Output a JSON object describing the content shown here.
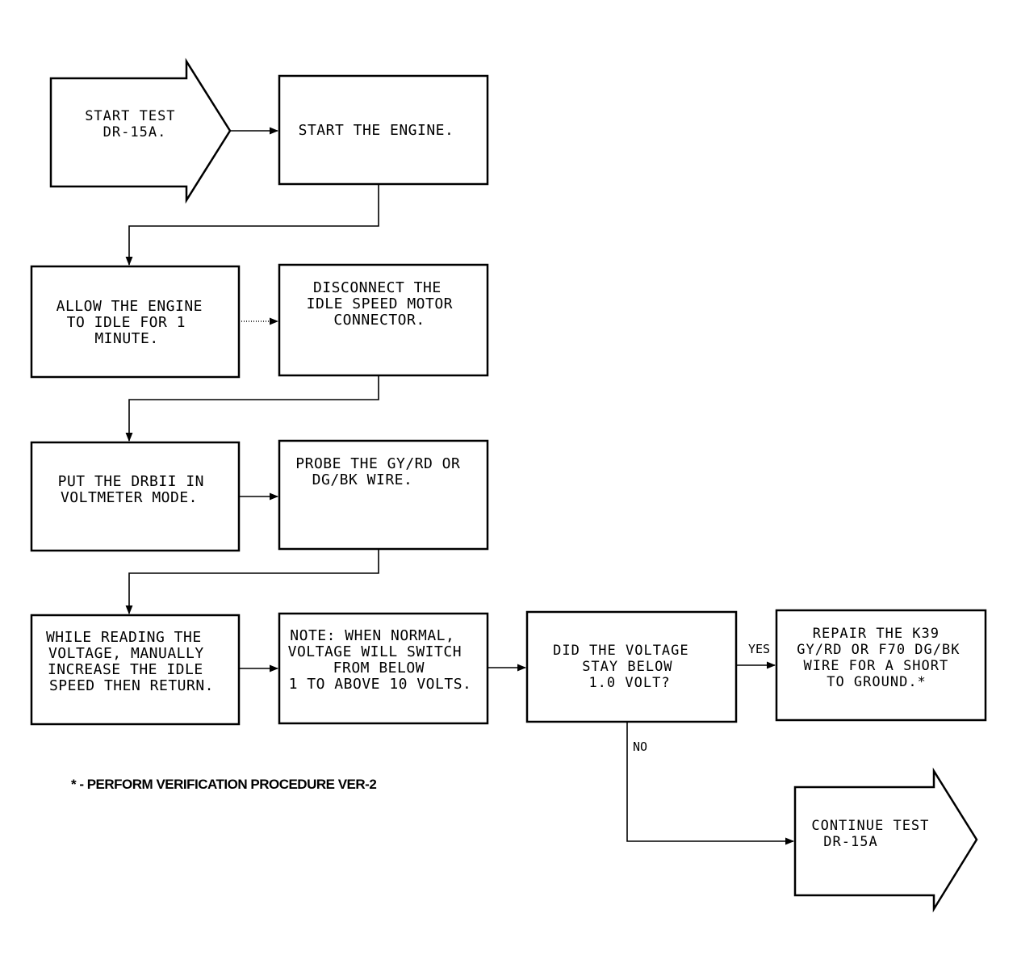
{
  "flowchart": {
    "start": [
      "START TEST",
      "DR-15A."
    ],
    "step_start_engine": [
      "START THE ENGINE."
    ],
    "step_allow_idle": [
      "ALLOW THE ENGINE",
      "TO IDLE FOR 1",
      "MINUTE."
    ],
    "step_disconnect": [
      "DISCONNECT THE",
      "IDLE SPEED MOTOR",
      "CONNECTOR."
    ],
    "step_voltmeter": [
      "PUT THE DRBII IN",
      "VOLTMETER MODE."
    ],
    "step_probe": [
      "PROBE THE GY/RD OR",
      "DG/BK WIRE."
    ],
    "step_increase_idle": [
      "WHILE READING THE",
      "VOLTAGE, MANUALLY",
      "INCREASE THE IDLE",
      "SPEED THEN RETURN."
    ],
    "step_note": [
      "NOTE: WHEN NORMAL,",
      "VOLTAGE WILL SWITCH",
      "FROM BELOW",
      "1 TO ABOVE 10 VOLTS."
    ],
    "decision": [
      "DID THE VOLTAGE",
      "STAY BELOW",
      "1.0 VOLT?"
    ],
    "step_repair": [
      "REPAIR THE K39",
      "GY/RD OR F70 DG/BK",
      "WIRE FOR A SHORT",
      "TO GROUND.*"
    ],
    "end": [
      "CONTINUE TEST",
      "DR-15A"
    ],
    "yes_label": "YES",
    "no_label": "NO",
    "footnote": "* - PERFORM VERIFICATION PROCEDURE VER-2"
  }
}
